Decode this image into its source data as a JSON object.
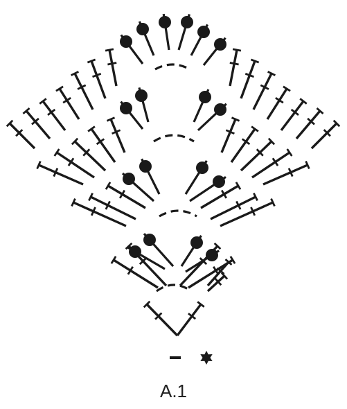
{
  "diagram": {
    "title": "A.1",
    "ink_color": "#1a1a1a",
    "symbols": [
      "chain-stitch",
      "double-crochet",
      "bobble-stitch",
      "chain-space-arc",
      "magic-ring-star"
    ]
  }
}
